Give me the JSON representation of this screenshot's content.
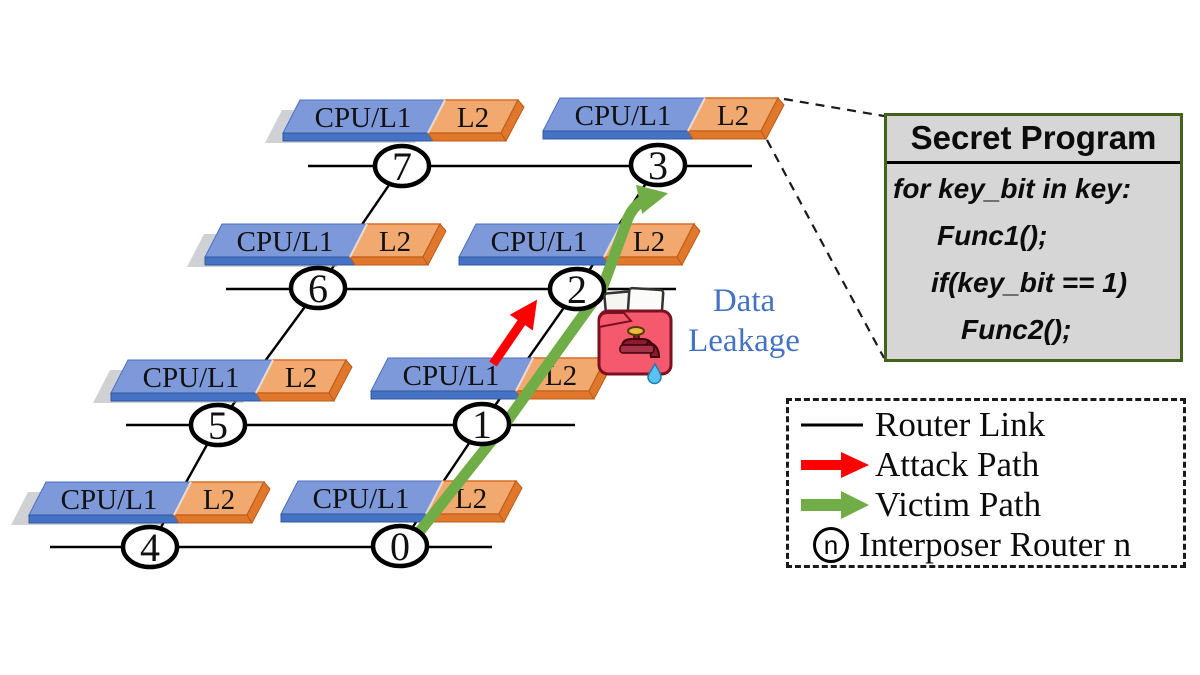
{
  "colors": {
    "tile_blue_top": "#7E99D9",
    "tile_blue_front": "#4472C4",
    "tile_orange_top": "#F2A96F",
    "tile_orange_front": "#E0772B",
    "attack_red": "#FE0000",
    "victim_green": "#70AD47",
    "leakage_text_blue": "#4472C4",
    "secret_border_green": "#44611C",
    "secret_bg_gray": "#D6D6D6",
    "link_black": "#000000"
  },
  "tile": {
    "cpu_label": "CPU/L1",
    "l2_label": "L2"
  },
  "routers": [
    "0",
    "1",
    "2",
    "3",
    "4",
    "5",
    "6",
    "7"
  ],
  "data_leakage": {
    "line1": "Data",
    "line2": "Leakage"
  },
  "secret_program": {
    "title": "Secret Program",
    "code_lines": [
      "for key_bit in key:",
      "Func1();",
      "if(key_bit == 1)",
      "Func2();"
    ]
  },
  "legend": {
    "router_link_label": "Router Link",
    "attack_path_label": "Attack Path",
    "victim_path_label": "Victim Path",
    "interposer_symbol": "n",
    "interposer_label": "Interposer Router n"
  }
}
